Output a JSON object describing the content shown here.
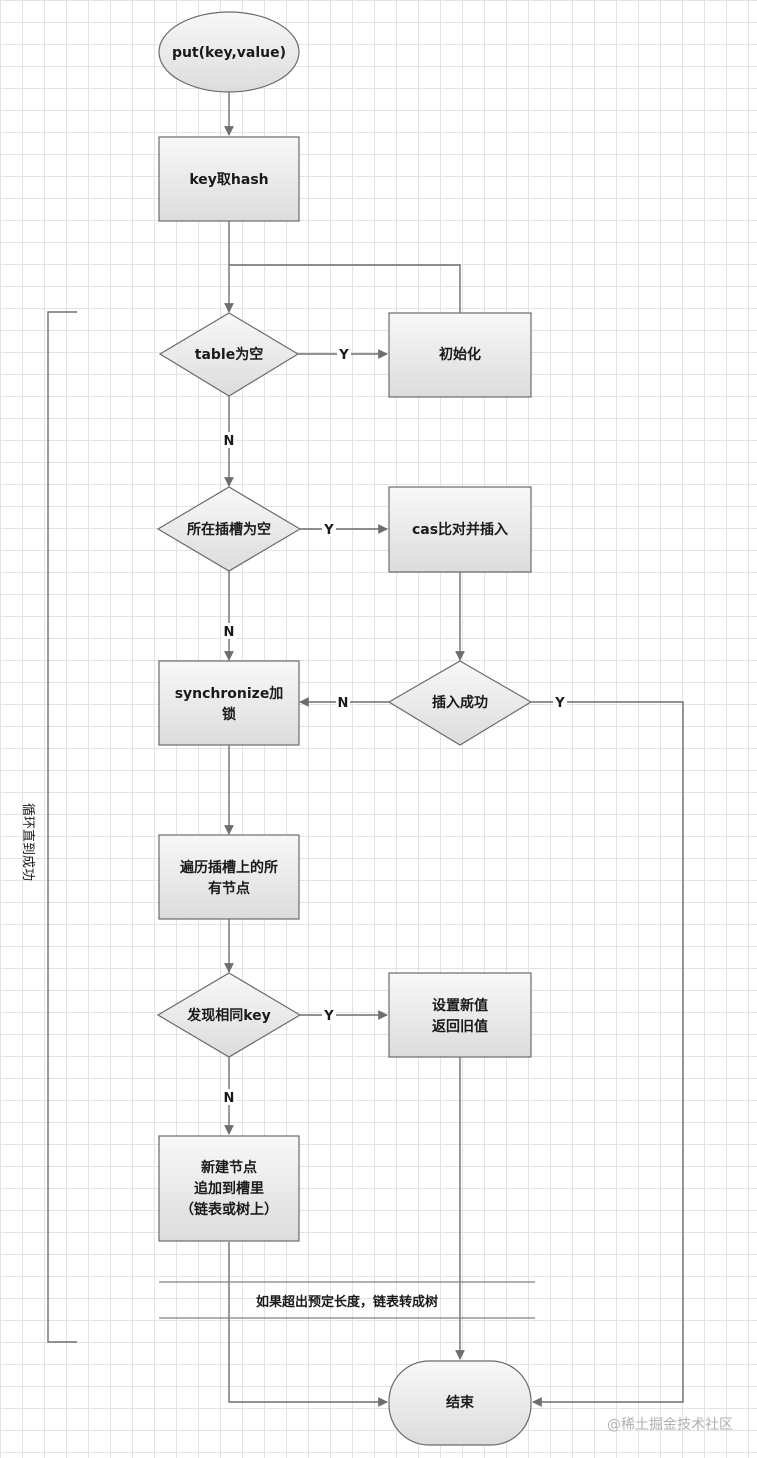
{
  "nodes": {
    "start": "put(key,value)",
    "hash": "key取hash",
    "table_empty": "table为空",
    "init": "初始化",
    "slot_empty": "所在插槽为空",
    "cas_insert": "cas比对并插入",
    "insert_success": "插入成功",
    "sync_lock": [
      "synchronize加",
      "锁"
    ],
    "traverse": [
      "遍历插槽上的所",
      "有节点"
    ],
    "same_key": "发现相同key",
    "set_new": [
      "设置新值",
      "返回旧值"
    ],
    "new_node": [
      "新建节点",
      "追加到槽里",
      "（链表或树上）"
    ],
    "end": "结束"
  },
  "edge_labels": {
    "table_empty_yes": "Y",
    "table_empty_no": "N",
    "slot_empty_yes": "Y",
    "slot_empty_no": "N",
    "insert_fail": "N",
    "insert_ok": "Y",
    "same_key_yes": "Y",
    "same_key_no": "N"
  },
  "loop_label": "循环直到成功",
  "note": "如果超出预定长度，链表转成树",
  "watermark": "@稀土掘金技术社区",
  "colors": {
    "box_fill_top": "#f7f7f7",
    "box_fill_bottom": "#dedede",
    "stroke": "#6b6b6b",
    "grid": "#e3e3e3"
  }
}
